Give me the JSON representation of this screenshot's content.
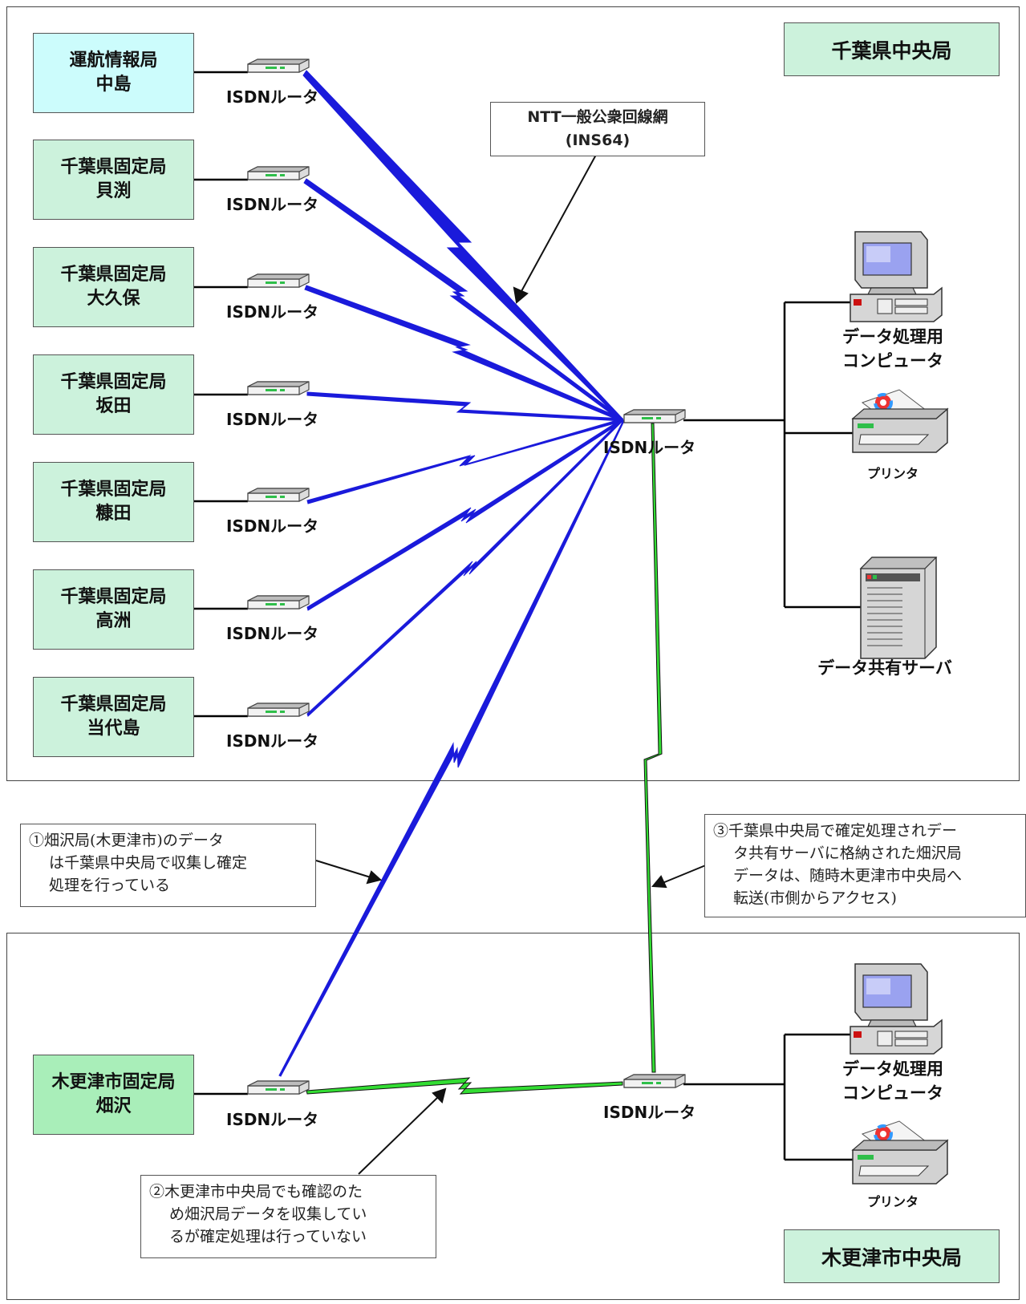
{
  "regions": {
    "chiba_central": "千葉県中央局",
    "kisarazu_central": "木更津市中央局"
  },
  "stations": [
    {
      "line1": "運航情報局",
      "line2": "中島",
      "style": "cyan"
    },
    {
      "line1": "千葉県固定局",
      "line2": "貝渕",
      "style": "green"
    },
    {
      "line1": "千葉県固定局",
      "line2": "大久保",
      "style": "green"
    },
    {
      "line1": "千葉県固定局",
      "line2": "坂田",
      "style": "green"
    },
    {
      "line1": "千葉県固定局",
      "line2": "糠田",
      "style": "green"
    },
    {
      "line1": "千葉県固定局",
      "line2": "高洲",
      "style": "green"
    },
    {
      "line1": "千葉県固定局",
      "line2": "当代島",
      "style": "green"
    }
  ],
  "kisarazu_station": {
    "line1": "木更津市固定局",
    "line2": "畑沢"
  },
  "router_label": "ISDNルータ",
  "network": {
    "line1": "NTT一般公衆回線網",
    "line2": "(INS64)"
  },
  "chiba_devices": {
    "computer_line1": "データ処理用",
    "computer_line2": "コンピュータ",
    "printer": "プリンタ",
    "server": "データ共有サーバ"
  },
  "kisarazu_devices": {
    "computer_line1": "データ処理用",
    "computer_line2": "コンピュータ",
    "printer": "プリンタ"
  },
  "notes": {
    "note1": [
      "①畑沢局(木更津市)のデータ",
      "は千葉県中央局で収集し確定",
      "処理を行っている"
    ],
    "note2": [
      "②木更津市中央局でも確認のた",
      "め畑沢局データを収集してい",
      "るが確定処理は行っていない"
    ],
    "note3": [
      "③千葉県中央局で確定処理されデー",
      "タ共有サーバに格納された畑沢局",
      "データは、随時木更津市中央局へ",
      "転送(市側からアクセス)"
    ]
  },
  "colors": {
    "isdn_line": "#1a1adb",
    "private_line": "#33dd33",
    "station_green": "#ccf2dc",
    "station_cyan": "#ccfcfc"
  }
}
